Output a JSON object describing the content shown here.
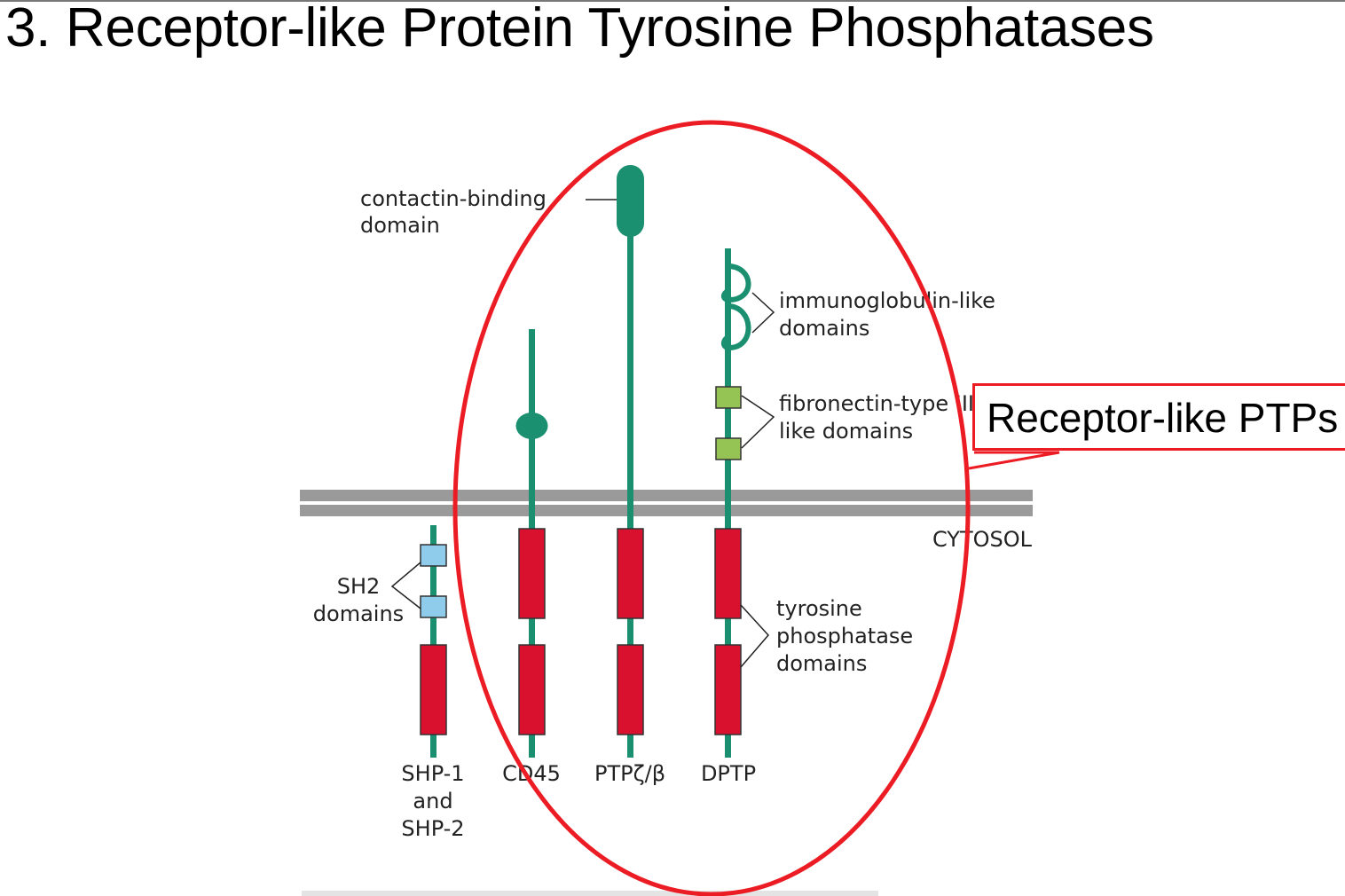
{
  "slide": {
    "title": "3. Receptor-like Protein Tyrosine Phosphatases"
  },
  "diagram": {
    "labels": {
      "contactin_binding": [
        "contactin-binding",
        "domain"
      ],
      "immunoglobulin": [
        "immunoglobulin-like",
        "domains"
      ],
      "fibronectin": [
        "fibronectin-type III",
        "like domains"
      ],
      "cytosol": "CYTOSOL",
      "sh2": [
        "SH2",
        "domains"
      ],
      "tyrosine_phosphatase": [
        "tyrosine",
        "phosphatase",
        "domains"
      ]
    },
    "proteins": [
      {
        "name": [
          "SHP-1",
          "and",
          "SHP-2"
        ]
      },
      {
        "name": [
          "CD45"
        ]
      },
      {
        "name": [
          "PTPζ/β"
        ]
      },
      {
        "name": [
          "DPTP"
        ]
      }
    ],
    "colors": {
      "stalk": "#1a9070",
      "phosphatase_domain": "#d9102e",
      "sh2_domain": "#8fcbea",
      "fibronectin_domain": "#96c454",
      "membrane": "#999999",
      "annotation": "#ec1c24"
    }
  },
  "callout": {
    "text": "Receptor-like PTPs"
  }
}
